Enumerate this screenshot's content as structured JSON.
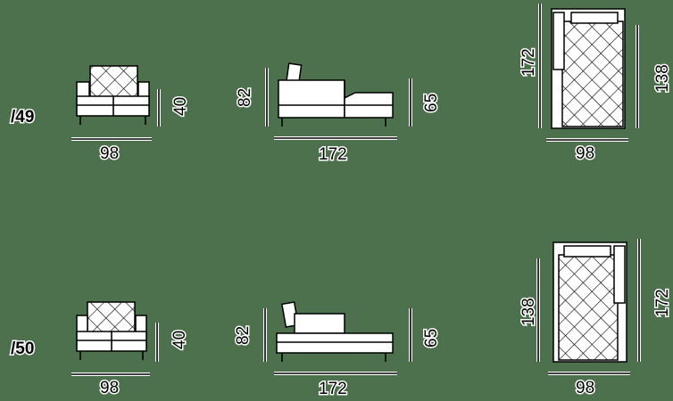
{
  "background_color": "#4d704d",
  "rows": [
    {
      "code": "/49",
      "front_view": {
        "width": "98",
        "height": "40"
      },
      "side_view": {
        "length": "172",
        "height": "82",
        "seat_height": "65"
      },
      "top_view": {
        "width": "98",
        "length": "172",
        "seat_length": "138"
      }
    },
    {
      "code": "/50",
      "front_view": {
        "width": "98",
        "height": "40"
      },
      "side_view": {
        "length": "172",
        "height": "82",
        "seat_height": "65"
      },
      "top_view": {
        "width": "98",
        "length": "172",
        "seat_length": "138"
      }
    }
  ]
}
